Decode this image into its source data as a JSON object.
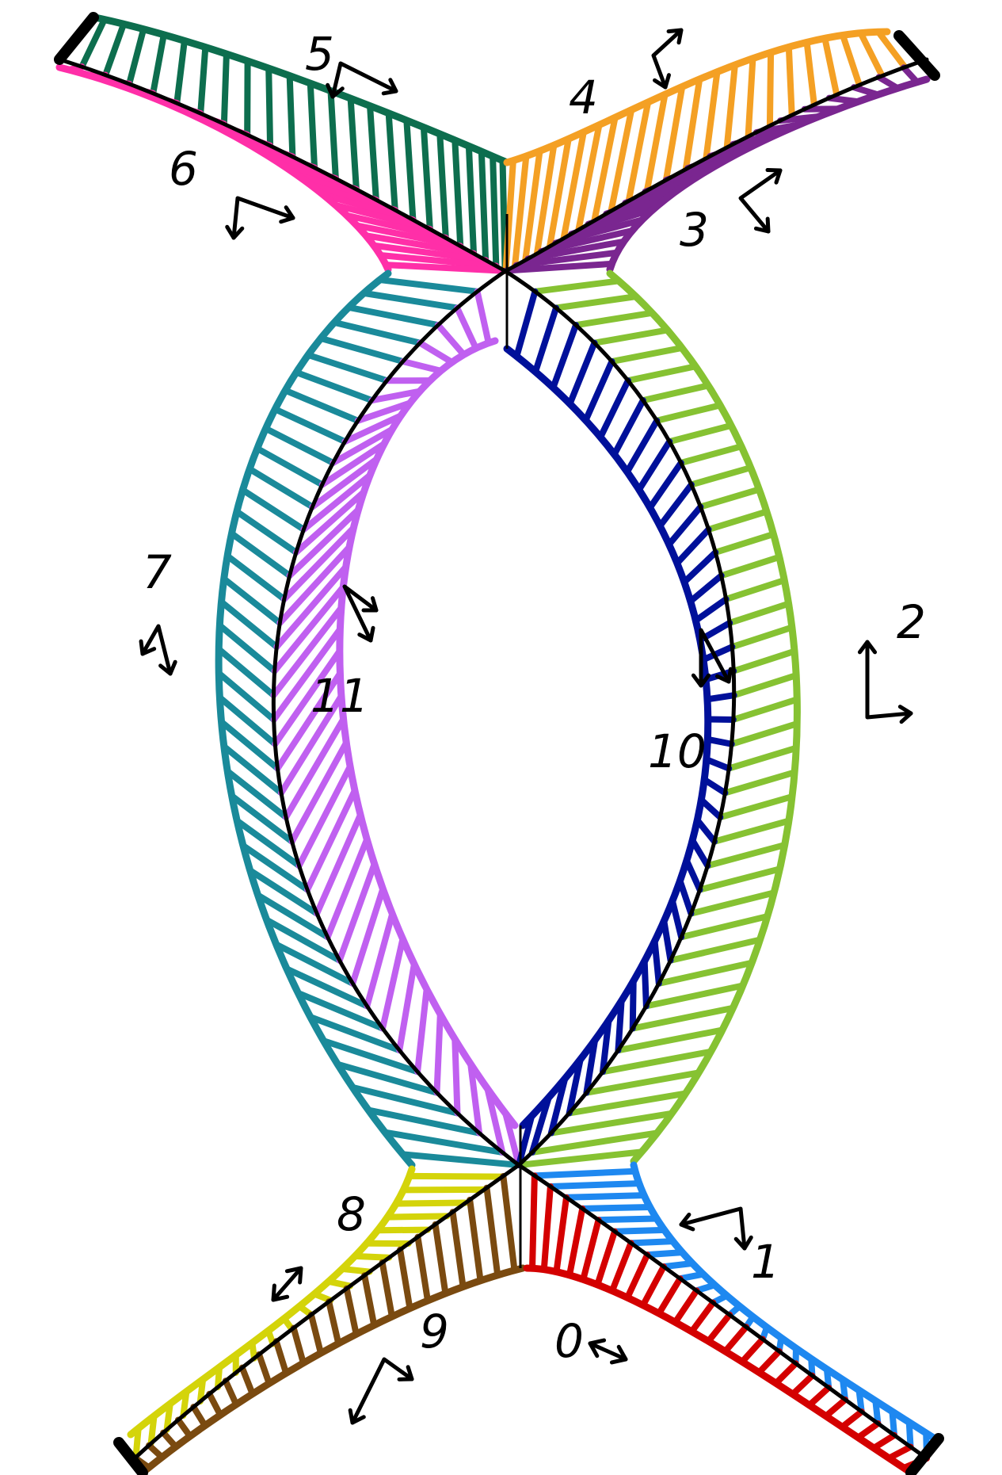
{
  "diagram": {
    "labels": [
      {
        "id": "0",
        "text": "0"
      },
      {
        "id": "1",
        "text": "1"
      },
      {
        "id": "2",
        "text": "2"
      },
      {
        "id": "3",
        "text": "3"
      },
      {
        "id": "4",
        "text": "4"
      },
      {
        "id": "5",
        "text": "5"
      },
      {
        "id": "6",
        "text": "6"
      },
      {
        "id": "7",
        "text": "7"
      },
      {
        "id": "8",
        "text": "8"
      },
      {
        "id": "9",
        "text": "9"
      },
      {
        "id": "10",
        "text": "10"
      },
      {
        "id": "11",
        "text": "11"
      }
    ],
    "segment_colors": {
      "0": "#d40000",
      "1": "#1e88f0",
      "2": "#86c232",
      "3": "#7a2690",
      "4": "#f4a024",
      "5": "#0d6e4e",
      "6": "#ff2fa8",
      "7": "#1a8a9a",
      "8": "#d4d40a",
      "9": "#7a4a10",
      "10": "#00109a",
      "11": "#c060f0"
    },
    "icons": [
      "double-arrow-icon",
      "corner-arrow-icon"
    ]
  }
}
